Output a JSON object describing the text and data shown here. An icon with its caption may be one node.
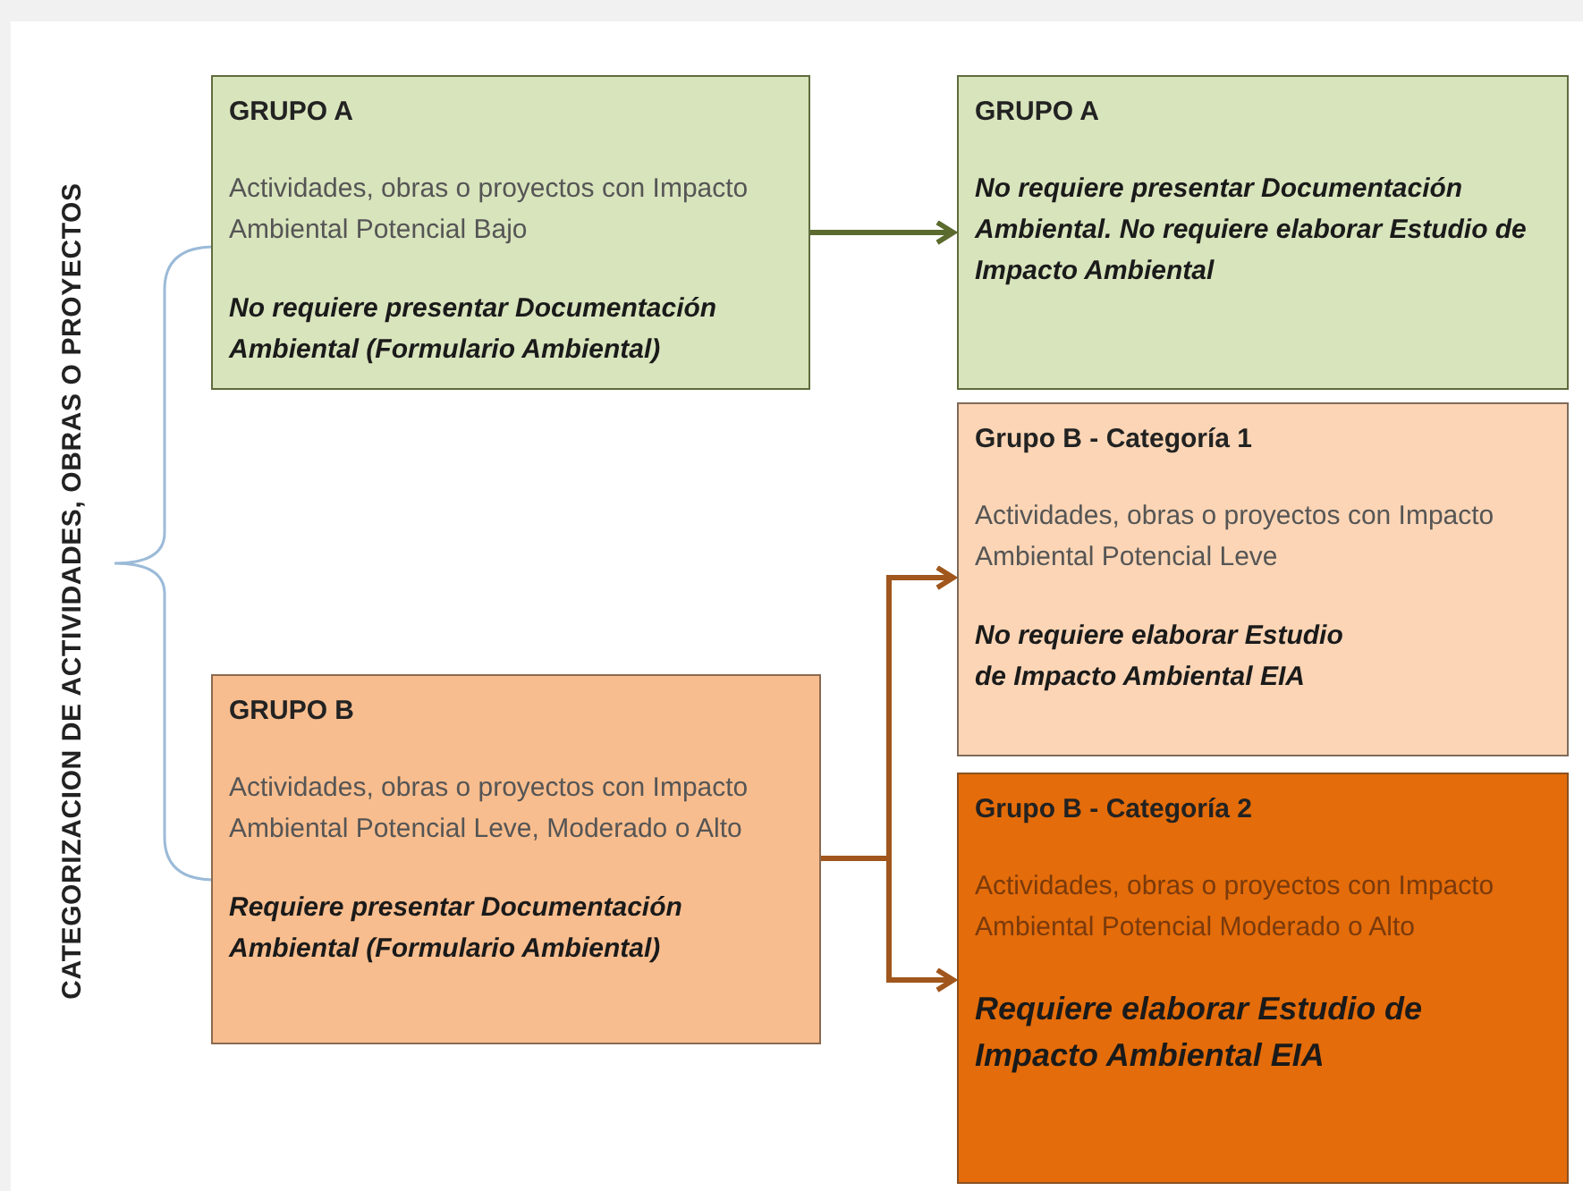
{
  "diagram": {
    "nodes": [
      {
        "text": [
          "GRUPO A",
          "Actividades, obras o proyectos con Impacto Ambiental Potencial Bajo",
          "No requiere  presentar  Documentación Ambiental (Formulario Ambiental)"
        ]
      },
      {
        "text": [
          "GRUPO A",
          "No requiere  presentar  Documentación Ambiental. No requiere  elaborar Estudio de Impacto Ambiental"
        ]
      },
      {
        "text": [
          "Grupo B -  Categoría 1",
          "Actividades, obras o proyectos con Impacto Ambiental Potencial Leve",
          "No requiere  elaborar Estudio de Impacto Ambiental EIA"
        ]
      },
      {
        "text": [
          "GRUPO B",
          "Actividades, obras o proyectos con Impacto Ambiental Potencial Leve, Moderado o Alto",
          "Requiere presentar  Documentación Ambiental (Formulario Ambiental)"
        ]
      },
      {
        "text": [
          "Grupo B - Categoría 2",
          "Actividades, obras o proyectos con Impacto Ambiental Potencial Moderado o Alto",
          "Requiere elaborar Estudio de Impacto Ambiental EIA"
        ]
      }
    ],
    "edges": [
      {
        "from": 0,
        "to": 1,
        "arrow": "to",
        "color": "#5b6b2e"
      },
      {
        "from": 3,
        "to": 2,
        "arrow": "to"
      },
      {
        "from": 3,
        "to": 4,
        "arrow": "to"
      }
    ],
    "labels": [
      "CATEGORIZACION DE ACTIVIDADES, OBRAS O PROYECTOS"
    ]
  }
}
